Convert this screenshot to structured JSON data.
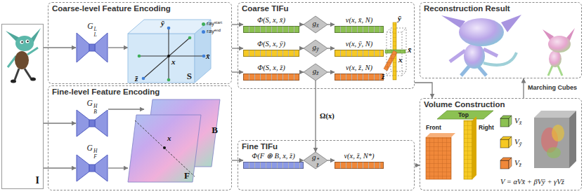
{
  "diagram": {
    "nodes": [
      {
        "text": [
          "I"
        ]
      },
      {
        "text": [
          "Coarse-level Feature Encoding"
        ]
      },
      {
        "text": [
          "G",
          "L",
          "L"
        ],
        "in": 1
      },
      {
        "text": [
          "S"
        ],
        "in": 1
      },
      {
        "text": [
          "Fine-level Feature Encoding"
        ]
      },
      {
        "text": [
          "G",
          "H",
          "B"
        ],
        "in": 4
      },
      {
        "text": [
          "G",
          "H",
          "F"
        ],
        "in": 4
      },
      {
        "text": [
          "B"
        ],
        "in": 4
      },
      {
        "text": [
          "F"
        ],
        "in": 4
      },
      {
        "text": [
          "Coarse TIFu"
        ]
      },
      {
        "text": [
          "Φ(S, x, x̄)"
        ],
        "in": 9
      },
      {
        "text": [
          "g",
          "x̄"
        ],
        "in": 9
      },
      {
        "text": [
          "v(x, x̄, N)"
        ],
        "in": 9
      },
      {
        "text": [
          "Φ(S, x, ȳ)"
        ],
        "in": 9
      },
      {
        "text": [
          "g",
          "ȳ"
        ],
        "in": 9
      },
      {
        "text": [
          "v(x, ȳ, N)"
        ],
        "in": 9
      },
      {
        "text": [
          "Φ(S, x, z̄)"
        ],
        "in": 9
      },
      {
        "text": [
          "g",
          "z̄"
        ],
        "in": 9
      },
      {
        "text": [
          "v(x, z̄, N)"
        ],
        "in": 9
      },
      {
        "text": [
          "Reconstruction Result"
        ]
      },
      {
        "text": [
          "Fine TIFu"
        ]
      },
      {
        "text": [
          "Φ(F ⊕ B, x, z̄)"
        ],
        "in": 20
      },
      {
        "text": [
          "g",
          "*",
          "z̄"
        ],
        "in": 20
      },
      {
        "text": [
          "v(x, z̄, N*)"
        ],
        "in": 20
      },
      {
        "text": [
          "Volume Construction"
        ]
      },
      {
        "text": [
          "V",
          "x̄"
        ],
        "in": 24
      },
      {
        "text": [
          "V",
          "ȳ"
        ],
        "in": 24
      },
      {
        "text": [
          "V",
          "z̄"
        ],
        "in": 24
      }
    ],
    "edges": [
      {
        "from": 0,
        "to": 2,
        "arrow": "to"
      },
      {
        "from": 0,
        "to": 5,
        "arrow": "to"
      },
      {
        "from": 0,
        "to": 6,
        "arrow": "to"
      },
      {
        "from": 2,
        "to": 3,
        "arrow": "to"
      },
      {
        "from": 5,
        "to": 7,
        "arrow": "to"
      },
      {
        "from": 6,
        "to": 8,
        "arrow": "to"
      },
      {
        "from": 1,
        "to": 10,
        "arrow": "to"
      },
      {
        "from": 1,
        "to": 13,
        "arrow": "to"
      },
      {
        "from": 1,
        "to": 16,
        "arrow": "to"
      },
      {
        "from": 4,
        "to": 21,
        "arrow": "to"
      },
      {
        "from": 10,
        "to": 11,
        "arrow": "to"
      },
      {
        "from": 11,
        "to": 12,
        "arrow": "to"
      },
      {
        "from": 13,
        "to": 14,
        "arrow": "to"
      },
      {
        "from": 14,
        "to": 15,
        "arrow": "to"
      },
      {
        "from": 16,
        "to": 17,
        "arrow": "to"
      },
      {
        "from": 17,
        "to": 18,
        "arrow": "to"
      },
      {
        "from": 17,
        "to": 22,
        "label": "Ω(x)",
        "arrow": "to"
      },
      {
        "from": 21,
        "to": 22,
        "arrow": "to"
      },
      {
        "from": 22,
        "to": 23,
        "arrow": "to"
      },
      {
        "from": 9,
        "to": 24,
        "arrow": "to"
      },
      {
        "from": 20,
        "to": 24,
        "arrow": "to"
      },
      {
        "from": 24,
        "to": 19,
        "label": "Marching Cubes",
        "arrow": "to"
      }
    ],
    "labels": [
      "x̄",
      "ȳ",
      "z̄",
      "x",
      "x",
      "ȳ",
      "x̄",
      "z̄",
      "x",
      "Top",
      "Front",
      "Right",
      "V = αVx̄ + βVȳ + γVz̄"
    ],
    "legend": [
      {
        "text": "rayˢᵗᵃʳᵗ",
        "color": "#3fae5a"
      },
      {
        "text": "rayᵉⁿᵈ",
        "color": "#3f7fd8"
      }
    ]
  }
}
